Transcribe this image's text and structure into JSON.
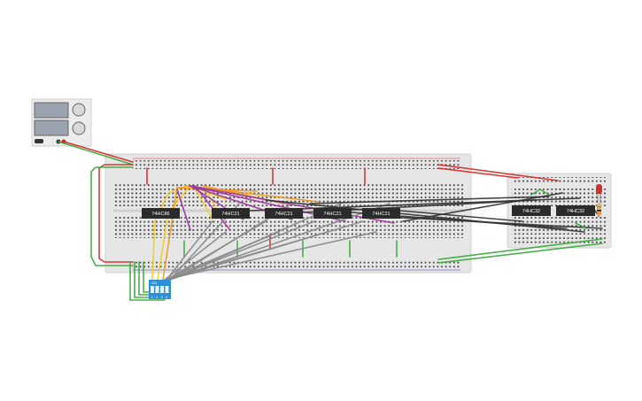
{
  "power_supply": {
    "ground_terminal_color": "#333333",
    "positive_terminal_color": "#cc2222"
  },
  "chips": [
    {
      "id": "chip-1",
      "label": "74HC86"
    },
    {
      "id": "chip-2",
      "label": "74HC21"
    },
    {
      "id": "chip-3",
      "label": "74HC21"
    },
    {
      "id": "chip-4",
      "label": "74HC21"
    },
    {
      "id": "chip-5",
      "label": "74HC21"
    },
    {
      "id": "chip-6",
      "label": "74HC32"
    },
    {
      "id": "chip-7",
      "label": "74HC32"
    }
  ],
  "dip_switch": {
    "on_label": "ON",
    "positions": [
      "1",
      "2",
      "3",
      "4"
    ],
    "color": "#2a8fd6"
  },
  "led": {
    "color": "#cc3333"
  },
  "wire_colors": {
    "red": "#d42a2a",
    "green": "#3aaa3a",
    "gray": "#8a8a8a",
    "dark": "#333333",
    "orange": "#ee9a1a",
    "yellow": "#f2cc22",
    "purple": "#a0359e"
  }
}
